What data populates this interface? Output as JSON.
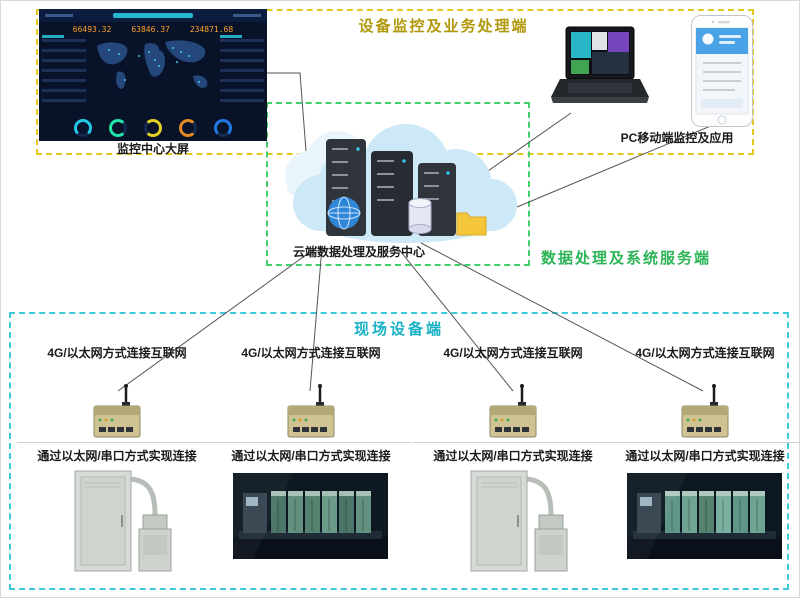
{
  "top_section": {
    "title": "设备监控及业务处理端",
    "dashboard_label": "监控中心大屏",
    "pc_mobile_label": "PC移动端监控及应用",
    "dashboard_stats": [
      "66493.32",
      "63846.37",
      "234871.68"
    ]
  },
  "cloud_section": {
    "label": "云端数据处理及服务中心",
    "side_label": "数据处理及系统服务端"
  },
  "field_section": {
    "title": "现场设备端",
    "columns": [
      {
        "top_label": "4G/以太网方式连接互联网",
        "bottom_label": "通过以太网/串口方式实现连接"
      },
      {
        "top_label": "4G/以太网方式连接互联网",
        "bottom_label": "通过以太网/串口方式实现连接"
      },
      {
        "top_label": "4G/以太网方式连接互联网",
        "bottom_label": "通过以太网/串口方式实现连接"
      },
      {
        "top_label": "4G/以太网方式连接互联网",
        "bottom_label": "通过以太网/串口方式实现连接"
      }
    ]
  },
  "colors": {
    "top_box_border": "#e6c71f",
    "cloud_box_border": "#3fd06c",
    "field_box_border": "#3cc9da",
    "top_title_color": "#b2980b",
    "cloud_title_color": "#2db457",
    "field_title_color": "#18b1c5",
    "dashboard_bg": "#081229",
    "dashboard_accent": "#2bd4e8",
    "dashboard_number_color": "#ffa12c"
  }
}
